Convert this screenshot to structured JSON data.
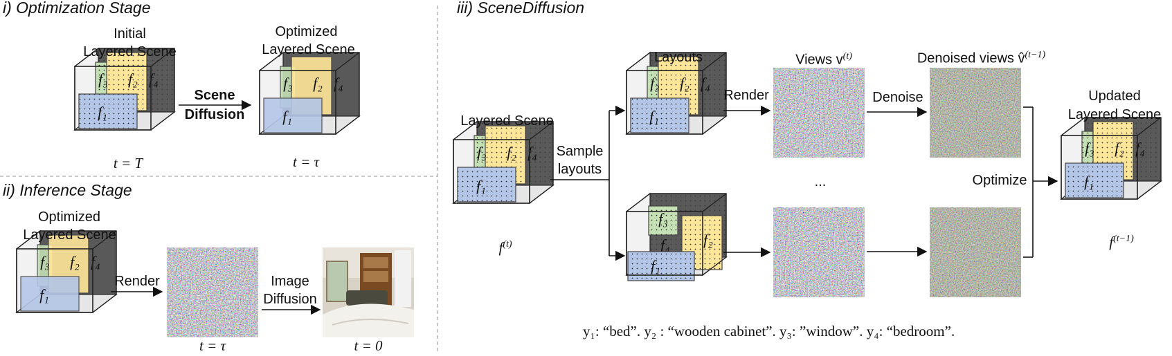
{
  "sections": {
    "optimization": "i) Optimization Stage",
    "inference": "ii) Inference Stage",
    "scene_diffusion": "iii) SceneDiffusion"
  },
  "optimization": {
    "initial_title_1": "Initial",
    "initial_title_2": "Layered Scene",
    "optimized_title_1": "Optimized",
    "optimized_title_2": "Layered Scene",
    "arrow_label_1": "Scene",
    "arrow_label_2": "Diffusion",
    "time_left": "t = T",
    "time_right": "t = τ"
  },
  "inference": {
    "scene_title_1": "Optimized",
    "scene_title_2": "Layered Scene",
    "render_label": "Render",
    "diffusion_label_1": "Image",
    "diffusion_label_2": "Diffusion",
    "time_noisy": "t = τ",
    "time_final": "t = 0"
  },
  "scene_diffusion": {
    "layered_scene": "Layered Scene",
    "sample_label_1": "Sample",
    "sample_label_2": "layouts",
    "layouts": "Layouts",
    "render": "Render",
    "views": "Views v",
    "views_sup": "(t)",
    "denoise": "Denoise",
    "denoised": "Denoised views v̂",
    "denoised_sup": "(t−1)",
    "ellipsis": "...",
    "optimize": "Optimize",
    "updated_1": "Updated",
    "updated_2": "Layered Scene",
    "f_t": "f",
    "f_t_sup": "(t)",
    "f_t1": "f",
    "f_t1_sup": "(t−1)"
  },
  "caption": "y₁: “bed”. y₂ : “wooden cabinet”. y₃: ”window”. y₄: “bedroom”.",
  "layer_labels": {
    "f1": "f₁",
    "f2": "f₂",
    "f3": "f₃",
    "f4": "f₄"
  },
  "colors": {
    "bed": "#b4c6e7",
    "cabinet": "#ffe699",
    "window": "#c5e0b4",
    "wall": "#595959",
    "box_fill": "#f2f2f2",
    "divider": "#aaaaaa"
  }
}
